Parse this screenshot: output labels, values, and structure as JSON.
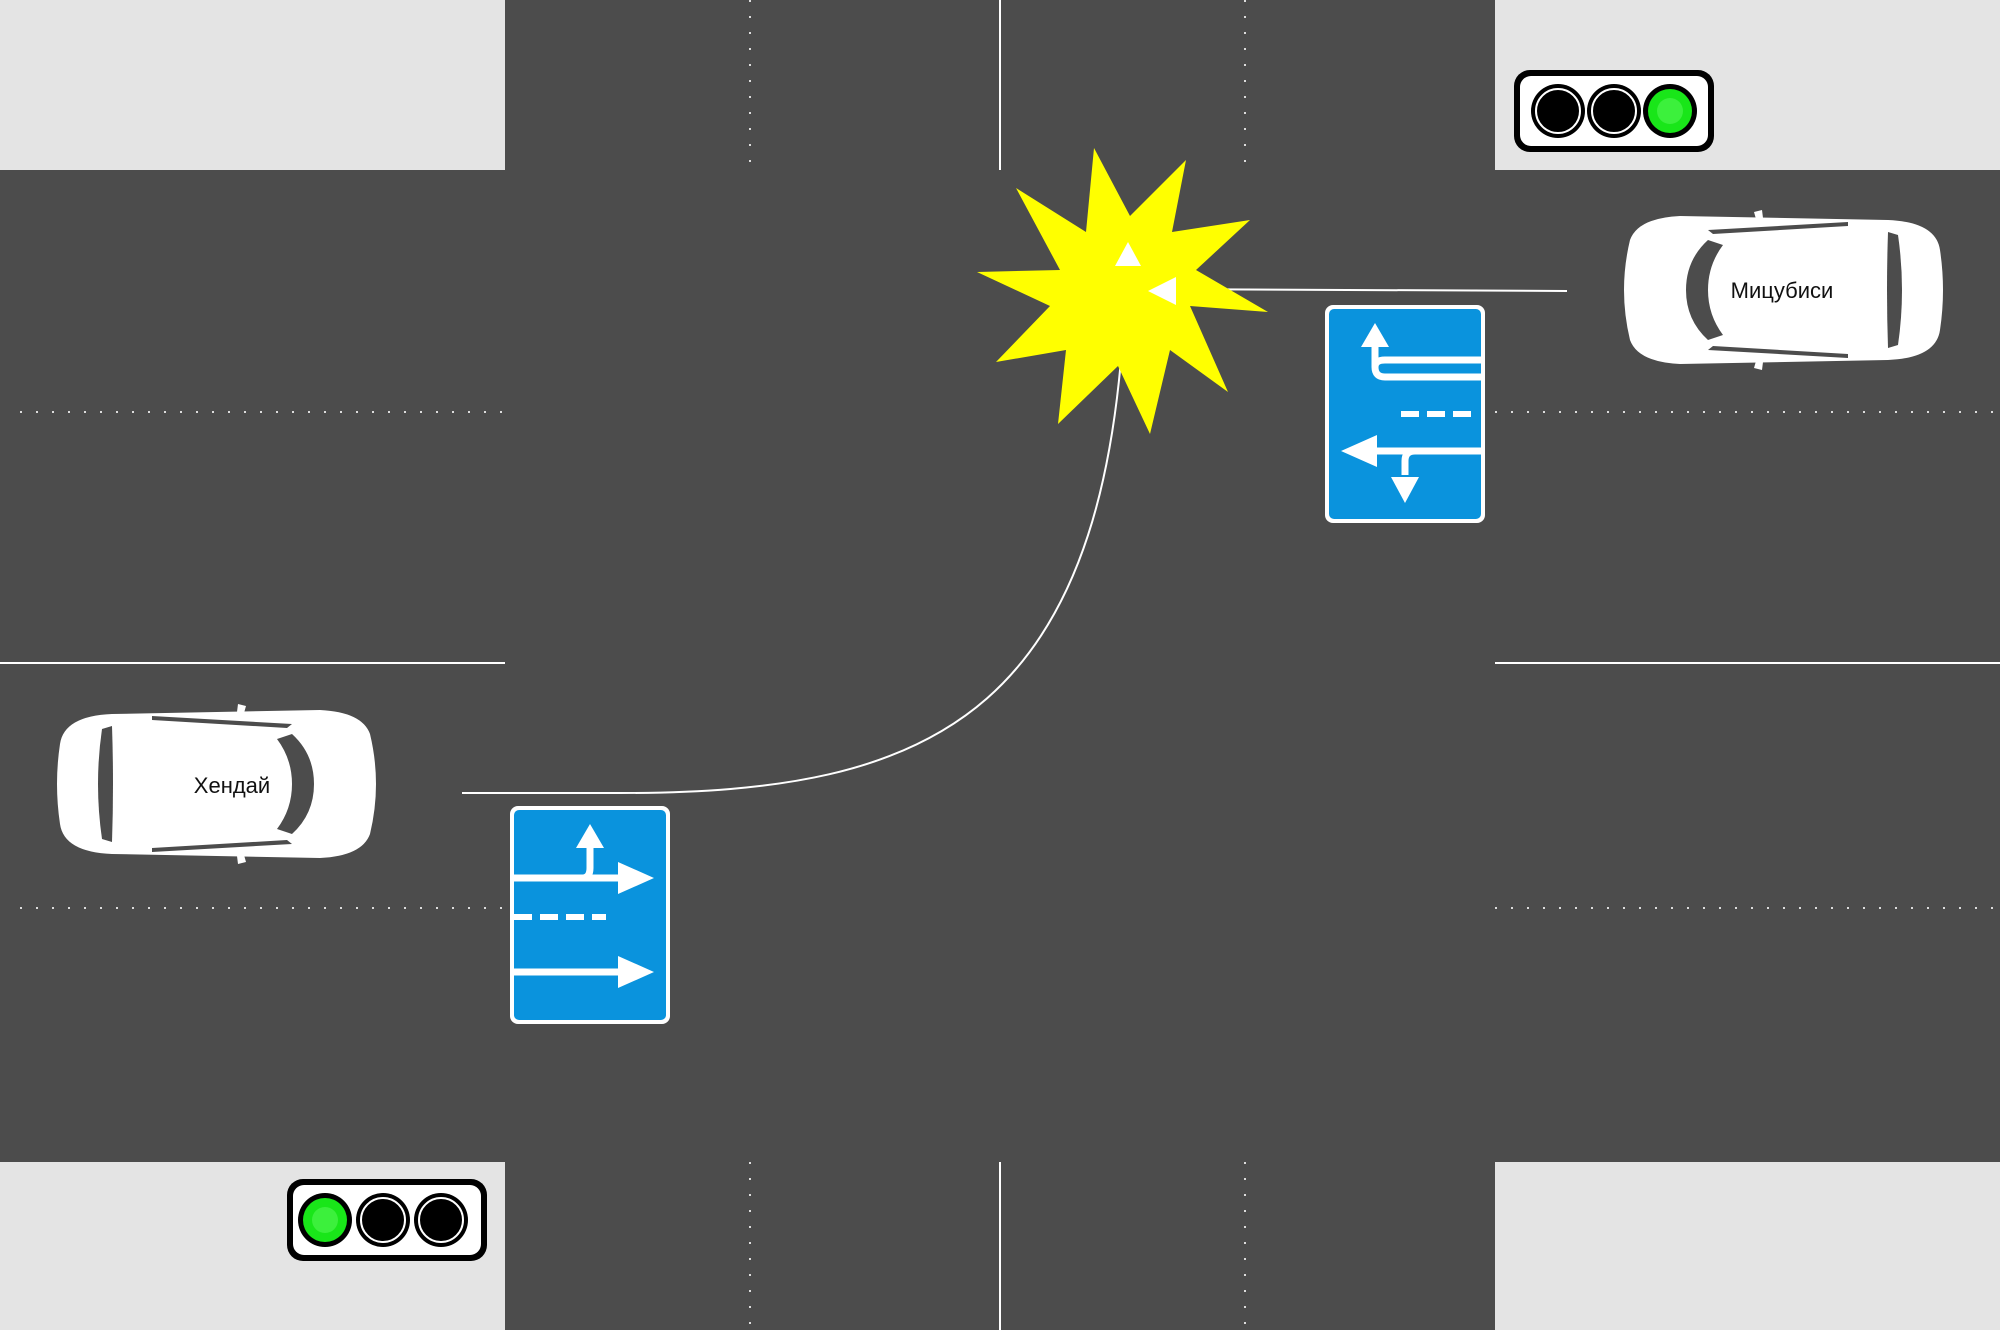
{
  "cars": {
    "hyundai": {
      "label": "Хендай",
      "color": "#ffffff"
    },
    "mitsubishi": {
      "label": "Мицубиси",
      "color": "#ffffff"
    }
  },
  "traffic_lights": {
    "top_right": {
      "active": "right",
      "active_color": "#19e619"
    },
    "bottom_left": {
      "active": "left",
      "active_color": "#19e619"
    }
  },
  "signs": {
    "lane_sign_left": {
      "type": "lane-directions",
      "color": "#0a93dd"
    },
    "lane_sign_right": {
      "type": "lane-directions",
      "color": "#0a93dd"
    }
  },
  "collision": {
    "color": "#ffff00"
  },
  "colors": {
    "road": "#4c4c4c",
    "sidewalk": "#e4e4e4",
    "marking": "#ffffff"
  }
}
